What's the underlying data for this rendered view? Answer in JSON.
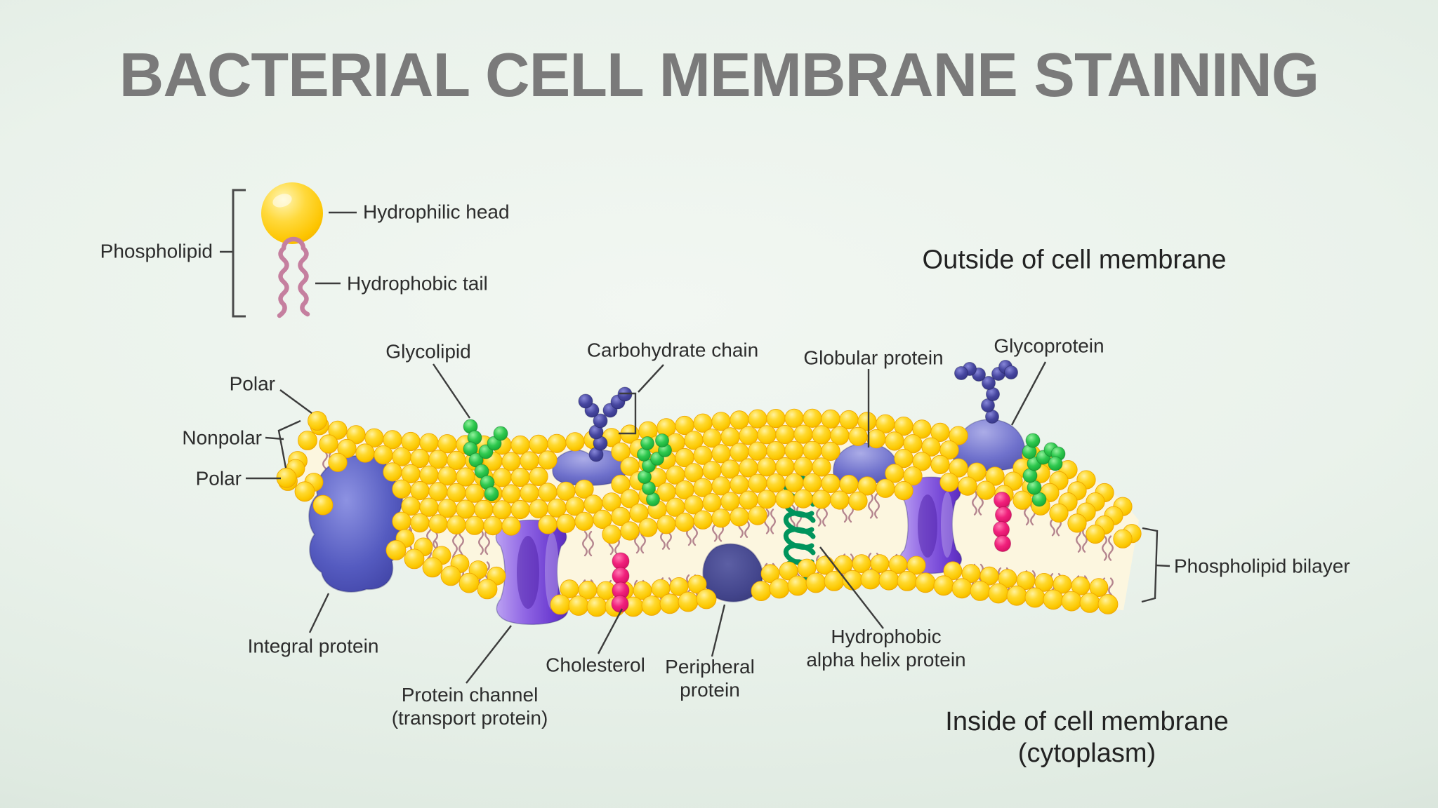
{
  "title": "BACTERIAL CELL MEMBRANE STAINING",
  "legend": {
    "phospholipid": "Phospholipid",
    "hydrophilic_head": "Hydrophilic head",
    "hydrophobic_tail": "Hydrophobic tail"
  },
  "regions": {
    "outside": "Outside of cell membrane",
    "inside_line1": "Inside of cell membrane",
    "inside_line2": "(cytoplasm)"
  },
  "labels": {
    "polar_top": "Polar",
    "nonpolar": "Nonpolar",
    "polar_bottom": "Polar",
    "glycolipid": "Glycolipid",
    "carbohydrate_chain": "Carbohydrate chain",
    "globular_protein": "Globular protein",
    "glycoprotein": "Glycoprotein",
    "phospholipid_bilayer": "Phospholipid bilayer",
    "integral_protein": "Integral protein",
    "protein_channel_line1": "Protein channel",
    "protein_channel_line2": "(transport protein)",
    "cholesterol": "Cholesterol",
    "peripheral_line1": "Peripheral",
    "peripheral_line2": "protein",
    "hydrophobic_helix_line1": "Hydrophobic",
    "hydrophobic_helix_line2": "alpha helix protein"
  },
  "palette": {
    "background_mint": "#eaf2eb",
    "title_gray": "#7a7a7a",
    "label_dark": "#2c2c2c",
    "leader_line": "#3c3c3c",
    "bead_yellow": "#ffd42e",
    "bead_shadow": "#eda300",
    "tail_cream": "#fcf6df",
    "tail_stroke": "#b4848e",
    "legend_tail_pink": "#c57f9f",
    "integral_blue": "#555bc0",
    "channel_purple": "#8050dc",
    "peripheral_navy": "#43458c",
    "dome_violet": "#6f71cc",
    "chain_navy": "#46469f",
    "glyco_green": "#2fc94f",
    "helix_green": "#00945c",
    "cholesterol_pink": "#f1217c"
  }
}
